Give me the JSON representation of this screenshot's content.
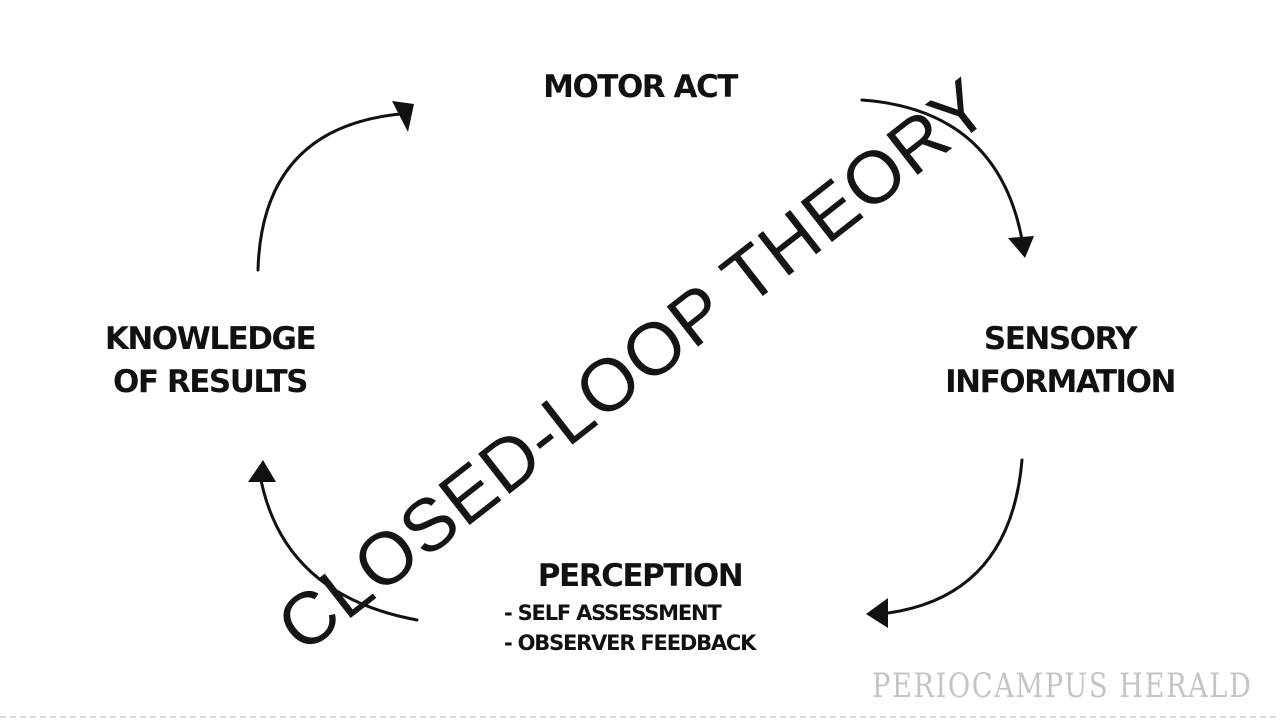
{
  "diagram": {
    "title": "CLOSED-LOOP THEORY",
    "nodes": {
      "motor_act": "MOTOR ACT",
      "sensory_line1": "SENSORY",
      "sensory_line2": "INFORMATION",
      "knowledge_line1": "KNOWLEDGE",
      "knowledge_line2": "OF RESULTS",
      "perception": "PERCEPTION",
      "perception_items": [
        "- SELF ASSESSMENT",
        "- OBSERVER FEEDBACK"
      ]
    },
    "edges": [
      {
        "from": "MOTOR ACT",
        "to": "SENSORY INFORMATION"
      },
      {
        "from": "SENSORY INFORMATION",
        "to": "PERCEPTION"
      },
      {
        "from": "PERCEPTION",
        "to": "KNOWLEDGE OF RESULTS"
      },
      {
        "from": "KNOWLEDGE OF RESULTS",
        "to": "MOTOR ACT"
      }
    ]
  },
  "watermark": "PERIOCAMPUS HERALD",
  "colors": {
    "text": "#111111",
    "arrow": "#111111",
    "watermark": "#c4c4c4",
    "background": "#ffffff"
  }
}
